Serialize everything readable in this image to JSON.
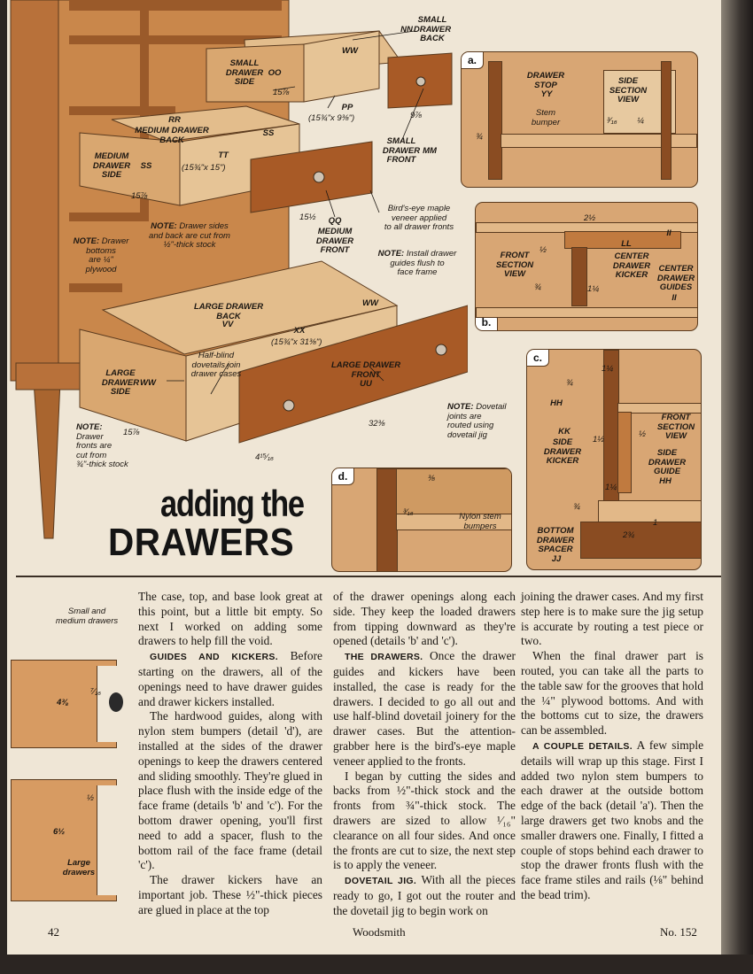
{
  "header": {
    "title_line1": "adding the",
    "title_line2": "DRAWERS"
  },
  "main_illustration": {
    "labels": {
      "small_drawer_back": "SMALL\nDRAWER\nBACK",
      "small_drawer_back_tag": "NN",
      "small_drawer_side": "SMALL\nDRAWER\nSIDE",
      "small_drawer_side_tag": "OO",
      "small_drawer_front": "SMALL\nDRAWER\nFRONT",
      "small_drawer_front_tag": "MM",
      "pp_tag": "PP",
      "pp_dim": "(15¾\"x 9⅜\")",
      "dim_15_7_8_top": "15⅞",
      "dim_9_7_8": "9⅞",
      "medium_drawer_back": "MEDIUM DRAWER\nBACK",
      "medium_drawer_back_tag": "RR",
      "medium_drawer_side": "MEDIUM\nDRAWER\nSIDE",
      "medium_drawer_side_tag": "SS",
      "tt_tag": "TT",
      "tt_dim": "(15¾\"x 15\")",
      "dim_15_7_8_mid": "15⅞",
      "dim_15_1_2": "15½",
      "medium_drawer_front": "MEDIUM\nDRAWER\nFRONT",
      "medium_drawer_front_tag": "QQ",
      "birdseye": "Bird's-eye maple\nveneer applied\nto all drawer fronts",
      "large_drawer_back": "LARGE DRAWER\nBACK",
      "large_drawer_back_tag": "VV",
      "ww_tag_top": "WW",
      "xx_tag": "XX",
      "xx_dim": "(15¾\"x 31⅜\")",
      "half_blind": "Half-blind\ndovetails join\ndrawer cases",
      "large_drawer_side": "LARGE\nDRAWER\nSIDE",
      "large_drawer_side_tag": "WW",
      "large_drawer_front": "LARGE DRAWER\nFRONT",
      "large_drawer_front_tag": "UU",
      "dim_15_7_8_low": "15⅞",
      "dim_32_3_8": "32⅜",
      "dim_4_15_16": "4¹⁵⁄₁₆"
    },
    "notes": {
      "note_sides": "Drawer sides\nand back are cut from\n½\"-thick stock",
      "note_bottoms": "Drawer\nbottoms\nare ¼\"\nplywood",
      "note_guides": "Install drawer\nguides flush to\nface frame",
      "note_fronts": "Drawer\nfronts are\ncut from\n¾\"-thick stock",
      "note_dovetail": "Dovetail\njoints are\nrouted using\ndovetail jig",
      "note_prefix": "NOTE:"
    }
  },
  "details": {
    "a": {
      "tag": "a.",
      "drawer_stop": "DRAWER\nSTOP",
      "drawer_stop_tag": "YY",
      "stem_bumper": "Stem\nbumper",
      "side_section": "SIDE\nSECTION\nVIEW",
      "dim_3_4": "¾",
      "dim_3_16": "³⁄₁₆",
      "dim_1_4": "¼"
    },
    "b": {
      "tag": "b.",
      "front_section": "FRONT\nSECTION\nVIEW",
      "center_kicker": "CENTER\nDRAWER\nKICKER",
      "center_kicker_tag": "LL",
      "center_guides": "CENTER\nDRAWER\nGUIDES",
      "center_guides_tag": "II",
      "ii_top_tag": "II",
      "dim_2_1_2": "2½",
      "dim_1_2": "½",
      "dim_3_4": "¾",
      "dim_1_1_4": "1¼"
    },
    "c": {
      "tag": "c.",
      "hh_top_tag": "HH",
      "side_kicker": "SIDE\nDRAWER\nKICKER",
      "side_kicker_tag": "KK",
      "front_section": "FRONT\nSECTION\nVIEW",
      "side_guide": "SIDE\nDRAWER\nGUIDE",
      "side_guide_tag": "HH",
      "bottom_spacer": "BOTTOM\nDRAWER\nSPACER",
      "bottom_spacer_tag": "JJ",
      "dim_1_1_4_top": "1¼",
      "dim_3_4_top": "¾",
      "dim_1_1_2": "1½",
      "dim_1_2": "½",
      "dim_1_1_4_mid": "1¼",
      "dim_3_4_low": "¾",
      "dim_2_3_4": "2¾",
      "dim_1": "1"
    },
    "d": {
      "tag": "d.",
      "nylon": "Nylon stem\nbumpers",
      "dim_3_8": "⅜",
      "dim_3_16": "³⁄₁₆"
    }
  },
  "sidebar": {
    "small_medium": "Small and\nmedium drawers",
    "dim_4_3_8": "4⅜",
    "dim_7_16": "⁷⁄₁₆",
    "dim_1_2": "½",
    "dim_6_1_2": "6½",
    "large": "Large\ndrawers"
  },
  "body": {
    "col1_p1": "The case, top, and base look great at this point, but a little bit empty. So next I worked on adding some drawers to help fill the void.",
    "col1_h2": "GUIDES AND KICKERS.",
    "col1_p2": " Before starting on the drawers, all of the openings need to have drawer guides and drawer kickers installed.",
    "col1_p3": "The hardwood guides, along with nylon stem bumpers (detail 'd'), are installed at the sides of the drawer openings to keep the drawers centered and sliding smoothly. They're glued in place flush with the inside edge of the face frame (details 'b' and 'c'). For the bottom drawer opening, you'll first need to add a spacer, flush to the bottom rail of the face frame (detail 'c').",
    "col1_p4": "The drawer kickers have an important job. These ½\"-thick pieces are glued in place at the top",
    "col2_p1": "of the drawer openings along each side. They keep the loaded drawers from tipping downward as they're opened (details 'b' and 'c').",
    "col2_h2": "THE DRAWERS.",
    "col2_p2": " Once the drawer guides and kickers have been installed, the case is ready for the drawers. I decided to go all out and use half-blind dovetail joinery for the drawer cases. But the attention-grabber here is the bird's-eye maple veneer applied to the fronts.",
    "col2_p3": "I began by cutting the sides and backs from ½\"-thick stock and the fronts from ¾\"-thick stock. The drawers are sized to allow ¹⁄₁₆\" clearance on all four sides. And once the fronts are cut to size, the next step is to apply the veneer.",
    "col2_h4": "DOVETAIL JIG.",
    "col2_p4": " With all the pieces ready to go, I got out the router and the dovetail jig to begin work on",
    "col3_p1": "joining the drawer cases. And my first step here is to make sure the jig setup is accurate by routing a test piece or two.",
    "col3_p2": "When the final drawer part is routed, you can take all the parts to the table saw for the grooves that hold the ¼\" plywood bottoms. And with the bottoms cut to size, the drawers can be assembled.",
    "col3_h3": "A COUPLE DETAILS.",
    "col3_p3": " A few simple details will wrap up this stage. First I added two nylon stem bumpers to each drawer at the outside bottom edge of the back (detail 'a'). Then the large drawers get two knobs and the smaller drawers one. Finally, I fitted a couple of stops behind each drawer to stop the drawer fronts flush with the face frame stiles and rails (⅛\" behind the bead trim)."
  },
  "footer": {
    "page_number": "42",
    "publication": "Woodsmith",
    "issue": "No. 152"
  }
}
